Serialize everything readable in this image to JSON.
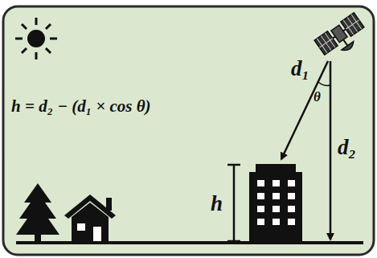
{
  "diagram": {
    "labels": [
      "h = d₂ − (d₁ × cos θ)",
      "d₁",
      "θ",
      "d₂",
      "h"
    ]
  }
}
